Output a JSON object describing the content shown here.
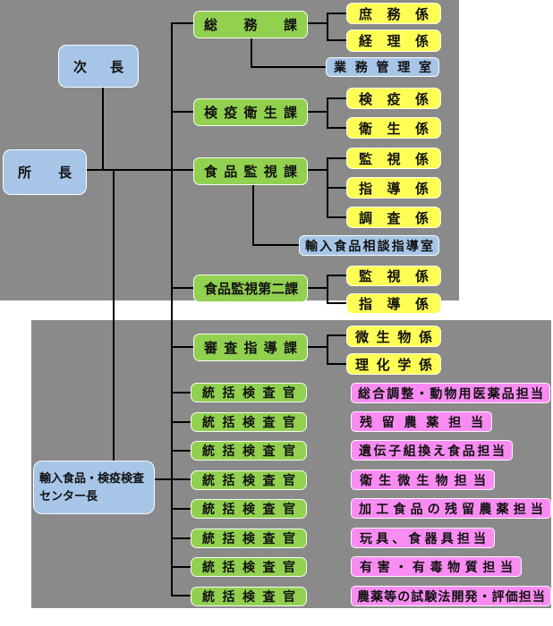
{
  "colors": {
    "background": "#8A8A8A",
    "box_blue": "#A7C5E7",
    "box_green": "#92D050",
    "box_yellow": "#FFFF55",
    "box_pink": "#F98CF2",
    "connector": "#000000"
  },
  "org": {
    "director": {
      "label": "所長"
    },
    "deputy": {
      "label": "次長"
    },
    "director_branches": [
      {
        "dept": "総務課",
        "sections": [
          "庶務係",
          "経理係"
        ],
        "office": "業務管理室"
      },
      {
        "dept": "検疫衛生課",
        "sections": [
          "検疫係",
          "衛生係"
        ]
      },
      {
        "dept": "食品監視課",
        "sections": [
          "監視係",
          "指導係",
          "調査係"
        ],
        "office": "輸入食品相談指導室"
      },
      {
        "dept": "食品監視第二課",
        "sections": [
          "監視係",
          "指導係"
        ]
      }
    ],
    "center": {
      "head": {
        "label": "輸入食品・検疫検査\nセンター長"
      },
      "dept": {
        "name": "審査指導課",
        "sections": [
          "微生物係",
          "理化学係"
        ]
      },
      "inspectors": [
        {
          "title": "統括検査官",
          "duty": "総合調整・動物用医薬品担当"
        },
        {
          "title": "統括検査官",
          "duty": "残留農薬担当"
        },
        {
          "title": "統括検査官",
          "duty": "遺伝子組換え食品担当"
        },
        {
          "title": "統括検査官",
          "duty": "衛生微生物担当"
        },
        {
          "title": "統括検査官",
          "duty": "加工食品の残留農薬担当"
        },
        {
          "title": "統括検査官",
          "duty": "玩具、食器具担当"
        },
        {
          "title": "統括検査官",
          "duty": "有害・有毒物質担当"
        },
        {
          "title": "統括検査官",
          "duty": "農薬等の試験法開発・評価担当"
        }
      ]
    }
  }
}
